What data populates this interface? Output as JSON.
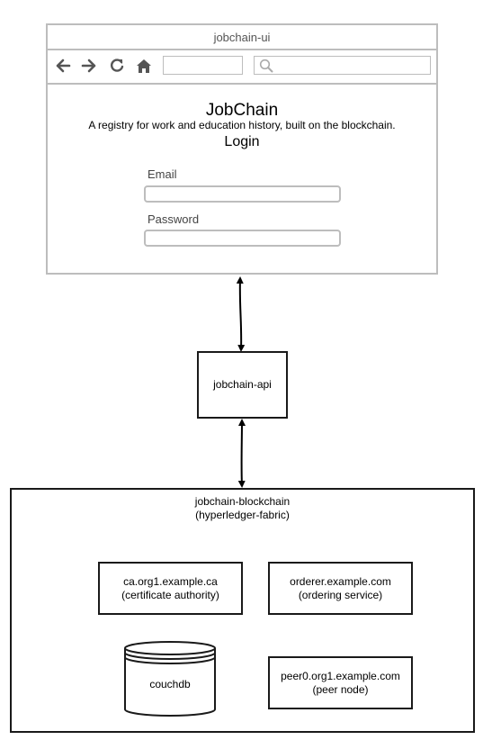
{
  "browser": {
    "window_title": "jobchain-ui",
    "toolbar_icons": [
      "back-arrow-icon",
      "forward-arrow-icon",
      "reload-icon",
      "home-icon",
      "search-icon"
    ],
    "app_title": "JobChain",
    "app_subtitle": "A registry for work and education history,  built on the blockchain.",
    "login_heading": "Login",
    "email_label": "Email",
    "password_label": "Password"
  },
  "api": {
    "label": "jobchain-api"
  },
  "blockchain": {
    "title": "jobchain-blockchain",
    "subtitle": "(hyperledger-fabric)",
    "ca": {
      "name": "ca.org1.example.ca",
      "role": "(certificate authority)"
    },
    "orderer": {
      "name": "orderer.example.com",
      "role": "(ordering service)"
    },
    "couchdb": {
      "name": "couchdb"
    },
    "peer": {
      "name": "peer0.org1.example.com",
      "role": "(peer node)"
    }
  },
  "colors": {
    "browser_border": "#bdbdbd",
    "icon": "#555555",
    "box_border": "#1a1a1a"
  }
}
